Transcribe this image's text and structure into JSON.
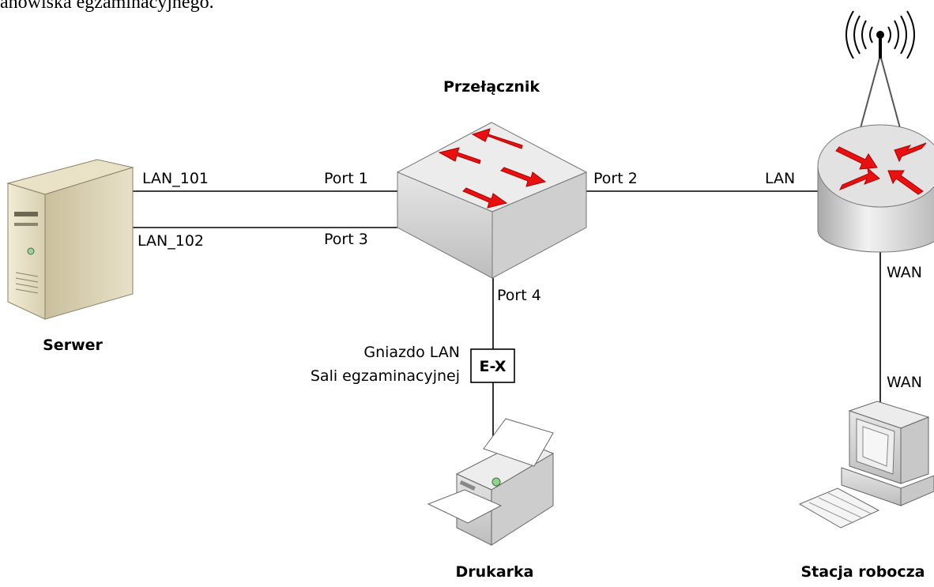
{
  "document": {
    "heading_fragment": "anowiska egzaminacyjnego."
  },
  "devices": {
    "server": "Serwer",
    "switch": "Przełącznik",
    "router": "",
    "printer": "Drukarka",
    "workstation": "Stacja robocza"
  },
  "links": {
    "server_lan1": "LAN_101",
    "server_lan2": "LAN_102",
    "switch_port1": "Port 1",
    "switch_port3": "Port 3",
    "switch_port2": "Port 2",
    "switch_port4": "Port 4",
    "router_lan": "LAN",
    "router_wan": "WAN",
    "workstation_wan": "WAN"
  },
  "socket": {
    "label_line1": "Gniazdo LAN",
    "label_line2": "Sali egzaminacyjnej",
    "box_label": "E-X"
  },
  "colors": {
    "line": "#000000",
    "arrow": "#e81010",
    "device_gray": "#cfcfcf"
  }
}
